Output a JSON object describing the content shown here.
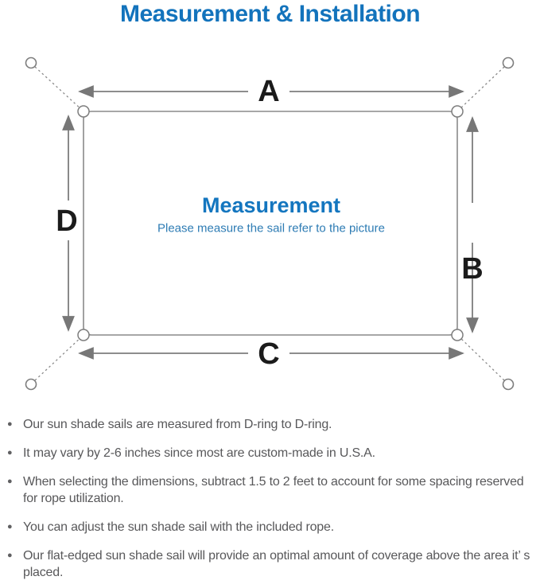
{
  "page": {
    "title": "Measurement & Installation"
  },
  "colors": {
    "title_blue": "#1373bc",
    "center_title_blue": "#1476bf",
    "center_subtitle_blue": "#2e7cb4",
    "diagram_line_gray": "#7d7d7d",
    "label_black": "#1b1b1b",
    "note_text_gray": "#58585a"
  },
  "diagram": {
    "center_title": "Measurement",
    "center_subtitle": "Please measure the sail refer to the picture",
    "side_labels": {
      "top": "A",
      "right": "B",
      "bottom": "C",
      "left": "D"
    }
  },
  "notes": {
    "bullet_glyph": "●",
    "items": [
      "Our sun shade sails are measured from D-ring to D-ring.",
      "It may vary by 2-6 inches since most are custom-made in U.S.A.",
      "When selecting the dimensions, subtract 1.5 to 2 feet to account for some spacing reserved for rope utilization.",
      "You can adjust the sun shade sail with the included rope.",
      "Our flat-edged sun shade sail will provide an optimal amount of coverage above the area it’ s placed."
    ]
  }
}
